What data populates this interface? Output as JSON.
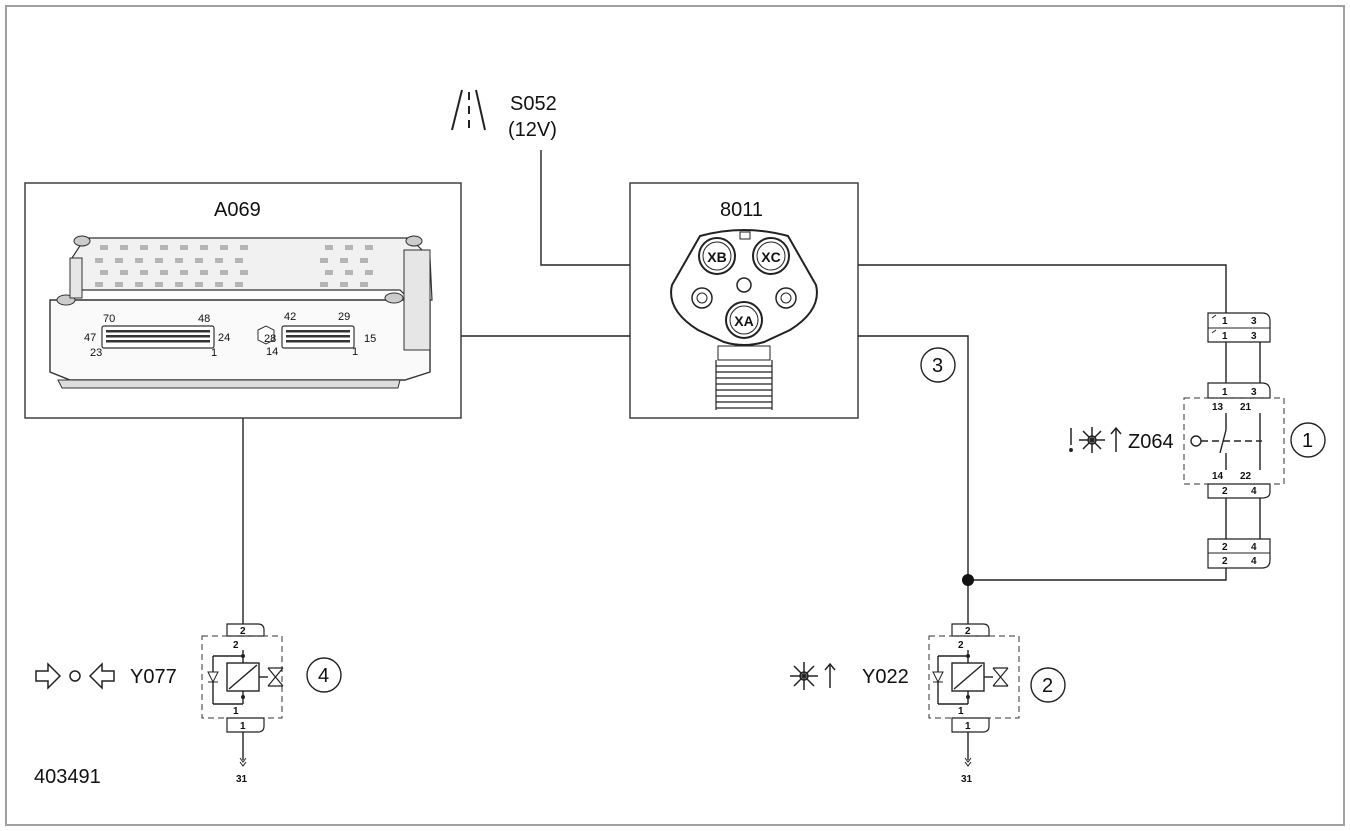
{
  "diagram": {
    "figure_number": "403491",
    "components": {
      "ecu": {
        "label": "A069",
        "pins_left": [
          "70",
          "48",
          "47",
          "24",
          "23",
          "1"
        ],
        "pins_right": [
          "42",
          "29",
          "28",
          "15",
          "14",
          "1"
        ]
      },
      "connector": {
        "label": "8011",
        "sockets": [
          "XB",
          "XC",
          "XA"
        ]
      },
      "supply": {
        "label": "S052",
        "voltage": "(12V)"
      },
      "switch": {
        "label": "Z064",
        "pins": [
          "1",
          "3",
          "1",
          "3",
          "1",
          "3",
          "13",
          "21",
          "14",
          "22",
          "2",
          "4",
          "2",
          "4",
          "2",
          "4"
        ]
      },
      "valve_left": {
        "label": "Y077",
        "pin_top": "2",
        "pin_bottom": "1",
        "ground": "31"
      },
      "valve_right": {
        "label": "Y022",
        "pin_top": "2",
        "pin_bottom": "1",
        "ground": "31"
      }
    },
    "callouts": [
      "1",
      "2",
      "3",
      "4"
    ],
    "colors": {
      "line": "#222222",
      "border": "#999999",
      "ecu_fill": "#f3f3f3"
    }
  }
}
